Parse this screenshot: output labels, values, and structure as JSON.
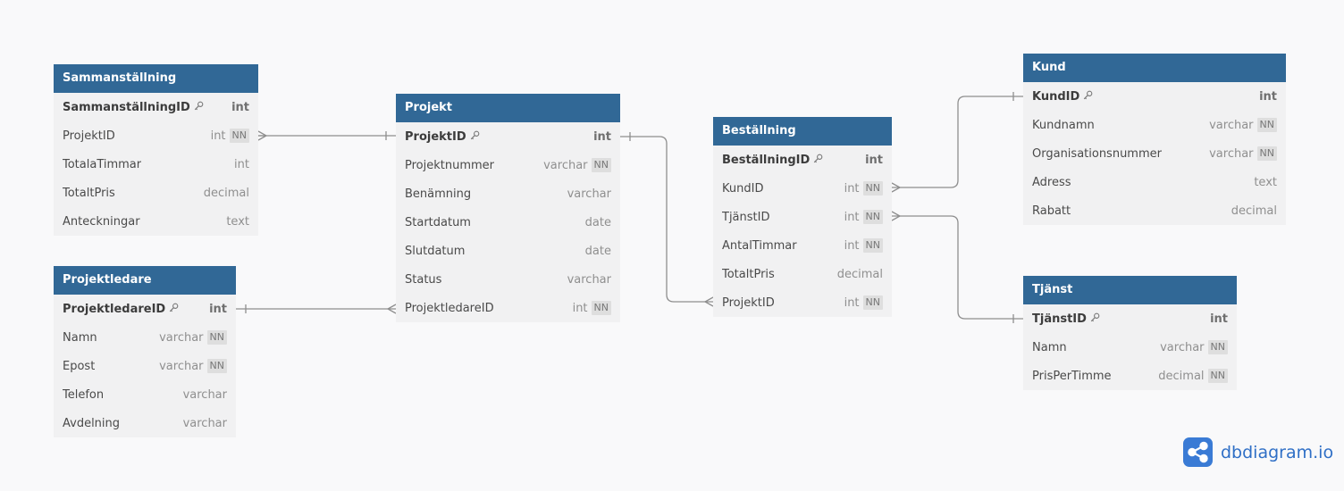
{
  "tables": {
    "sammanstallning": {
      "title": "Sammanställning",
      "cols": [
        {
          "name": "SammanställningID",
          "type": "int"
        },
        {
          "name": "ProjektID",
          "type": "int",
          "nn": "NN"
        },
        {
          "name": "TotalaTimmar",
          "type": "int"
        },
        {
          "name": "TotaltPris",
          "type": "decimal"
        },
        {
          "name": "Anteckningar",
          "type": "text"
        }
      ]
    },
    "projektledare": {
      "title": "Projektledare",
      "cols": [
        {
          "name": "ProjektledareID",
          "type": "int"
        },
        {
          "name": "Namn",
          "type": "varchar",
          "nn": "NN"
        },
        {
          "name": "Epost",
          "type": "varchar",
          "nn": "NN"
        },
        {
          "name": "Telefon",
          "type": "varchar"
        },
        {
          "name": "Avdelning",
          "type": "varchar"
        }
      ]
    },
    "projekt": {
      "title": "Projekt",
      "cols": [
        {
          "name": "ProjektID",
          "type": "int"
        },
        {
          "name": "Projektnummer",
          "type": "varchar",
          "nn": "NN"
        },
        {
          "name": "Benämning",
          "type": "varchar"
        },
        {
          "name": "Startdatum",
          "type": "date"
        },
        {
          "name": "Slutdatum",
          "type": "date"
        },
        {
          "name": "Status",
          "type": "varchar"
        },
        {
          "name": "ProjektledareID",
          "type": "int",
          "nn": "NN"
        }
      ]
    },
    "bestallning": {
      "title": "Beställning",
      "cols": [
        {
          "name": "BeställningID",
          "type": "int"
        },
        {
          "name": "KundID",
          "type": "int",
          "nn": "NN"
        },
        {
          "name": "TjänstID",
          "type": "int",
          "nn": "NN"
        },
        {
          "name": "AntalTimmar",
          "type": "int",
          "nn": "NN"
        },
        {
          "name": "TotaltPris",
          "type": "decimal"
        },
        {
          "name": "ProjektID",
          "type": "int",
          "nn": "NN"
        }
      ]
    },
    "kund": {
      "title": "Kund",
      "cols": [
        {
          "name": "KundID",
          "type": "int"
        },
        {
          "name": "Kundnamn",
          "type": "varchar",
          "nn": "NN"
        },
        {
          "name": "Organisationsnummer",
          "type": "varchar",
          "nn": "NN"
        },
        {
          "name": "Adress",
          "type": "text"
        },
        {
          "name": "Rabatt",
          "type": "decimal"
        }
      ]
    },
    "tjanst": {
      "title": "Tjänst",
      "cols": [
        {
          "name": "TjänstID",
          "type": "int"
        },
        {
          "name": "Namn",
          "type": "varchar",
          "nn": "NN"
        },
        {
          "name": "PrisPerTimme",
          "type": "decimal",
          "nn": "NN"
        }
      ]
    }
  },
  "icons": {
    "primary_key": "key-icon",
    "brand_logo": "share-nodes-icon"
  },
  "colors": {
    "header": "#316896",
    "body": "#f1f1f2",
    "line": "#8e8e8e",
    "brand": "#2f6fc6"
  },
  "brand": "dbdiagram.io"
}
